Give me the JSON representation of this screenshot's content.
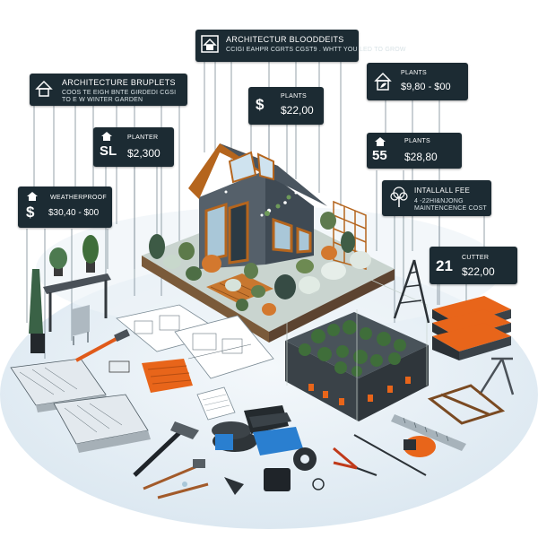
{
  "colors": {
    "callout_bg": "#1c2b33",
    "callout_text": "#ffffff",
    "ground": "#e5eef5",
    "accent_orange": "#e8651a",
    "accent_blue": "#2a7fd0",
    "wood": "#b5651d",
    "plant_green": "#3f6e3a"
  },
  "callouts": {
    "architecture_top": {
      "icon": "house-icon",
      "title": "ARCHITECTUR BLOODDEITS",
      "subtitle": "CCIGI EAHPR CGRTS CGST9 . WHTT YOU LED TO GROW"
    },
    "architecture_left": {
      "icon": "house-icon",
      "title": "ARCHITECTURE BRUPLETS",
      "subtitle": "COOS TE EIGH BNTE GIRDEDI CGSI TO E W WINTER GARDEN"
    },
    "plants_center": {
      "icon_text": "$",
      "title": "PLANTS",
      "price": "$22,00"
    },
    "plants_right_top": {
      "icon": "leaf-house-icon",
      "title": "PLANTS",
      "price": "$9,80 - $00"
    },
    "planter": {
      "icon": "house-icon",
      "icon_text": "SL",
      "title": "PLANTER",
      "price": "$2,300"
    },
    "plants_right_mid": {
      "icon": "house-icon",
      "icon_text": "55",
      "title": "PLANTS",
      "price": "$28,80"
    },
    "weatherproof": {
      "icon": "house-icon",
      "icon_text": "$",
      "title": "WEATHERPROOF",
      "price": "$30,40 - $00"
    },
    "installation": {
      "icon": "tree-icon",
      "title": "INTALLALL FEE",
      "subtitle": "4 -22HI&NJONG MAINTENCENCE COST"
    },
    "cutter": {
      "icon_text": "21",
      "title": "CUTTER",
      "price": "$22,00"
    }
  }
}
